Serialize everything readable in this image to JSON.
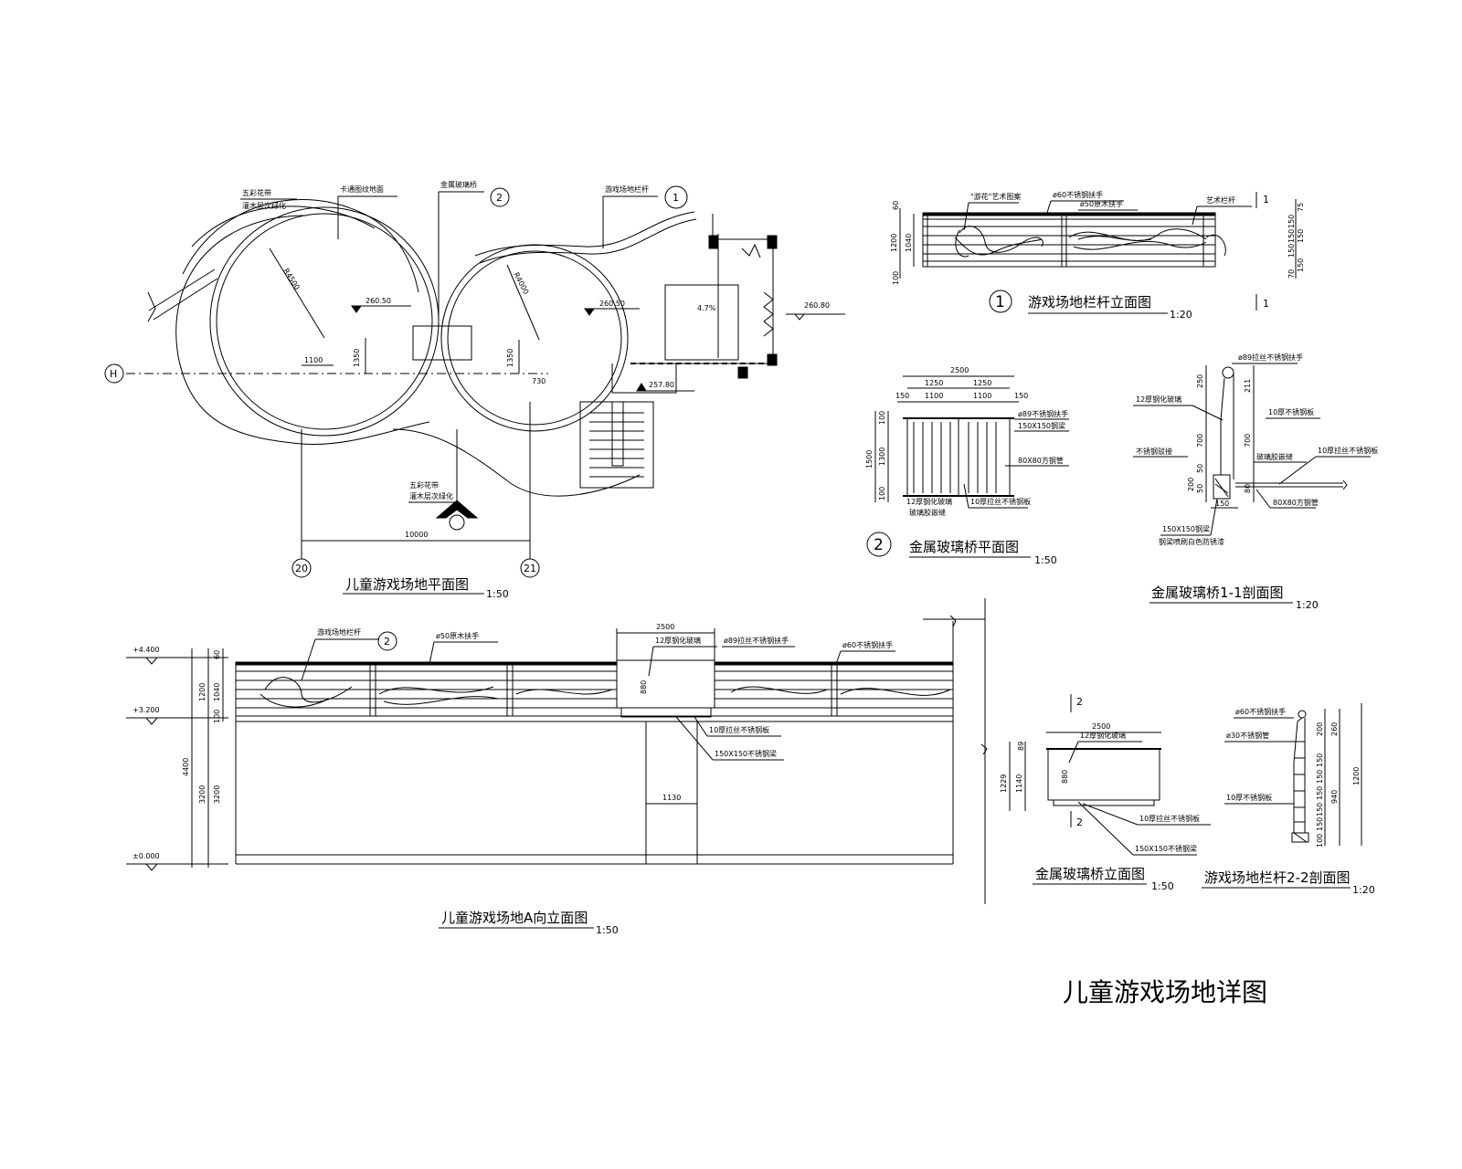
{
  "main_title": "儿童游戏场地详图",
  "plan": {
    "title": "儿童游戏场地平面图",
    "scale": "1:50",
    "labels": {
      "flowers_1a": "五彩花带",
      "flowers_1b": "灌木层次绿化",
      "cartoon_ground": "卡通图纹地面",
      "glass_bridge": "金属玻璃桥",
      "railing": "游戏场地栏杆",
      "flowers_2a": "五彩花带",
      "flowers_2b": "灌木层次绿化"
    },
    "radius_left": "R4500",
    "radius_right": "R4000",
    "elev_left": "260.50",
    "elev_mid": "260.50",
    "elev_right": "260.80",
    "elev_stair": "257.80",
    "slope": "4.7%",
    "dim_1100": "1100",
    "dim_1350_a": "1350",
    "dim_1350_b": "1350",
    "dim_730": "730",
    "dim_10000": "10000",
    "grid_h": "H",
    "grid_20": "20",
    "grid_21": "21",
    "callout_1": "1",
    "callout_2": "2"
  },
  "railing_elev": {
    "title": "游戏场地栏杆立面图",
    "scale": "1:20",
    "num": "1",
    "sec_top": "1",
    "sec_bot": "1",
    "label_pattern": "\"游花\"艺术图案",
    "label_rail1": "ø60不锈钢扶手",
    "label_rail2": "ø50原木扶手",
    "label_art": "艺术栏杆",
    "dims": [
      "60",
      "1200",
      "1040",
      "100"
    ],
    "right_dims": [
      "75",
      "150",
      "150",
      "150",
      "150",
      "150",
      "70"
    ]
  },
  "bridge_plan": {
    "title": "金属玻璃桥平面图",
    "scale": "1:50",
    "num": "2",
    "dim_2500": "2500",
    "dim_1250a": "1250",
    "dim_1250b": "1250",
    "dim_150a": "150",
    "dim_1100a": "1100",
    "dim_1100b": "1100",
    "dim_150b": "150",
    "dim_1500": "1500",
    "dim_100a": "100",
    "dim_1300": "1300",
    "dim_100b": "100",
    "label_rail": "ø89不锈钢扶手",
    "label_beam": "150X150钢梁",
    "label_tube": "80X80方钢管",
    "label_glass_a": "12厚钢化玻璃",
    "label_glass_b": "玻璃胶嵌缝",
    "label_plate": "10厚拉丝不锈钢板"
  },
  "bridge_section": {
    "title": "金属玻璃桥1-1剖面图",
    "scale": "1:20",
    "label_rail": "ø89拉丝不锈钢扶手",
    "label_glass": "12厚钢化玻璃",
    "label_plate1": "10厚不锈钢板",
    "label_connector": "不锈钢驳接",
    "label_glue": "玻璃胶嵌缝",
    "label_plate2": "10厚拉丝不锈钢板",
    "label_beam": "150X150钢梁",
    "label_paint": "钢梁喷刷白色防锈漆",
    "label_tube": "80X80方钢管",
    "dims_left": [
      "250",
      "700",
      "50",
      "200",
      "50"
    ],
    "dims_right": [
      "211",
      "700",
      "80"
    ],
    "dim_bottom": "150"
  },
  "elev_a": {
    "title": "儿童游戏场地A向立面图",
    "scale": "1:50",
    "level_top": "+4.400",
    "level_mid": "+3.200",
    "level_base": "±0.000",
    "label_railing": "游戏场地栏杆",
    "label_wood_rail": "ø50原木扶手",
    "label_glass": "12厚钢化玻璃",
    "label_rail89": "ø89拉丝不锈钢扶手",
    "label_rail60": "ø60不锈钢扶手",
    "label_plate": "10厚拉丝不锈钢板",
    "label_beam": "150X150不锈钢梁",
    "dim_2500": "2500",
    "dim_880": "880",
    "dim_1130": "1130",
    "dims_left": [
      "60",
      "1200",
      "1040",
      "100",
      "4400",
      "3200",
      "3200"
    ],
    "callout": "2"
  },
  "bridge_elev": {
    "title": "金属玻璃桥立面图",
    "scale": "1:50",
    "sec_top": "2",
    "sec_bot": "2",
    "dim_2500": "2500",
    "label_glass": "12厚钢化玻璃",
    "label_plate": "10厚拉丝不锈钢板",
    "label_beam": "150X150不锈钢梁",
    "dims": [
      "89",
      "1229",
      "1140",
      "880"
    ]
  },
  "railing_section": {
    "title": "游戏场地栏杆2-2剖面图",
    "scale": "1:20",
    "label_rail60": "ø60不锈钢扶手",
    "label_rail30": "ø30不锈钢管",
    "label_plate": "10厚不锈钢板",
    "dims_a": [
      "200",
      "150",
      "150",
      "150",
      "150",
      "150",
      "100"
    ],
    "dims_b": [
      "260",
      "940",
      "1200"
    ]
  }
}
